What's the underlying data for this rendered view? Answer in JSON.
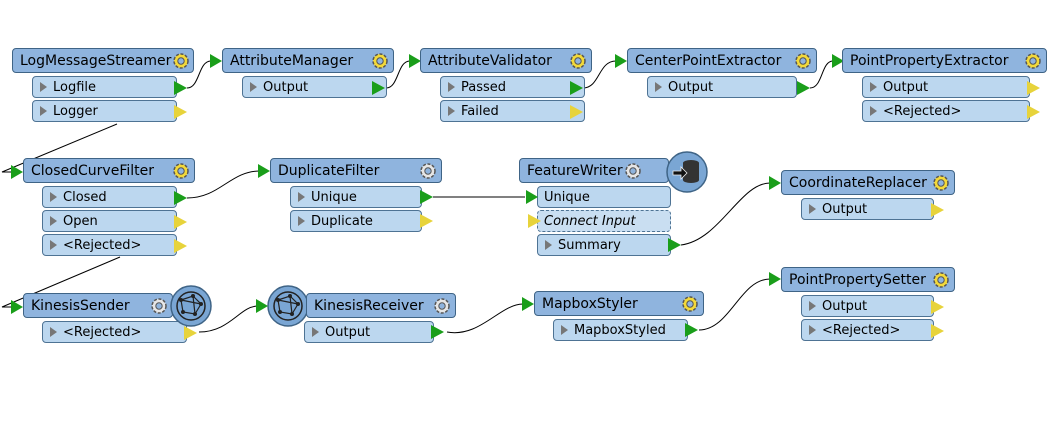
{
  "transformers": {
    "log_message_streamer": {
      "name": "LogMessageStreamer",
      "ports": [
        "Logfile",
        "Logger"
      ]
    },
    "attribute_manager": {
      "name": "AttributeManager",
      "ports": [
        "Output"
      ]
    },
    "attribute_validator": {
      "name": "AttributeValidator",
      "ports": [
        "Passed",
        "Failed"
      ]
    },
    "center_point_extractor": {
      "name": "CenterPointExtractor",
      "ports": [
        "Output"
      ]
    },
    "point_property_extractor": {
      "name": "PointPropertyExtractor",
      "ports": [
        "Output",
        "<Rejected>"
      ]
    },
    "closed_curve_filter": {
      "name": "ClosedCurveFilter",
      "ports": [
        "Closed",
        "Open",
        "<Rejected>"
      ]
    },
    "duplicate_filter": {
      "name": "DuplicateFilter",
      "ports": [
        "Unique",
        "Duplicate"
      ]
    },
    "feature_writer": {
      "name": "FeatureWriter",
      "inputs": [
        "Unique",
        "Connect Input"
      ],
      "ports": [
        "Summary"
      ]
    },
    "coordinate_replacer": {
      "name": "CoordinateReplacer",
      "ports": [
        "Output"
      ]
    },
    "kinesis_sender": {
      "name": "KinesisSender",
      "ports": [
        "<Rejected>"
      ]
    },
    "kinesis_receiver": {
      "name": "KinesisReceiver",
      "ports": [
        "Output"
      ]
    },
    "mapbox_styler": {
      "name": "MapboxStyler",
      "ports": [
        "MapboxStyled"
      ]
    },
    "point_property_setter": {
      "name": "PointPropertySetter",
      "ports": [
        "Output",
        "<Rejected>"
      ]
    }
  },
  "colors": {
    "header_fill": "#8fb4de",
    "port_fill": "#bcd7ef",
    "output_arrow": "#1a9e1a",
    "rejected_arrow": "#e7d33b",
    "wire": "#000000"
  },
  "icons": [
    "gear-icon",
    "database-writer-icon",
    "kinesis-network-icon"
  ]
}
